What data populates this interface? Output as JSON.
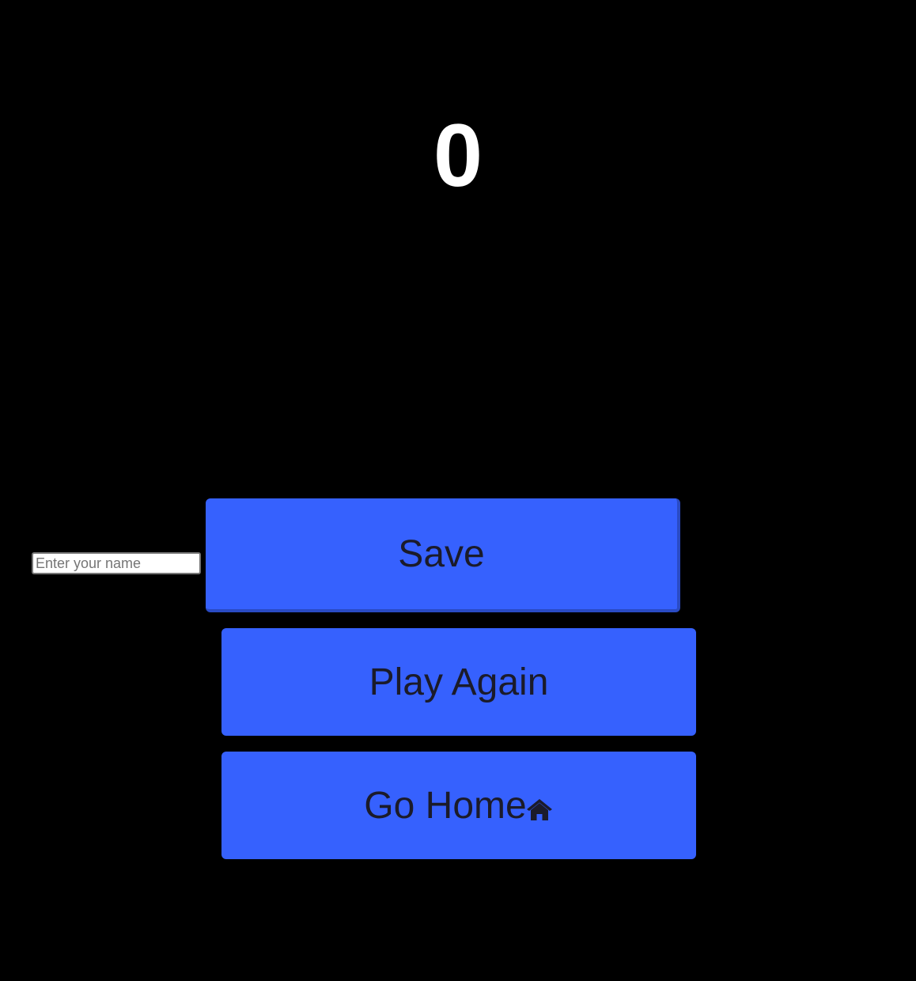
{
  "game": {
    "score": "0"
  },
  "form": {
    "name_placeholder": "Enter your name",
    "name_value": ""
  },
  "buttons": {
    "save_label": "Save",
    "play_again_label": "Play Again",
    "go_home_label": "Go Home",
    "go_home_icon": "home-icon"
  },
  "colors": {
    "background": "#000000",
    "score_text": "#ffffff",
    "button_bg": "#3661fe",
    "button_text": "#1b1b2a"
  }
}
